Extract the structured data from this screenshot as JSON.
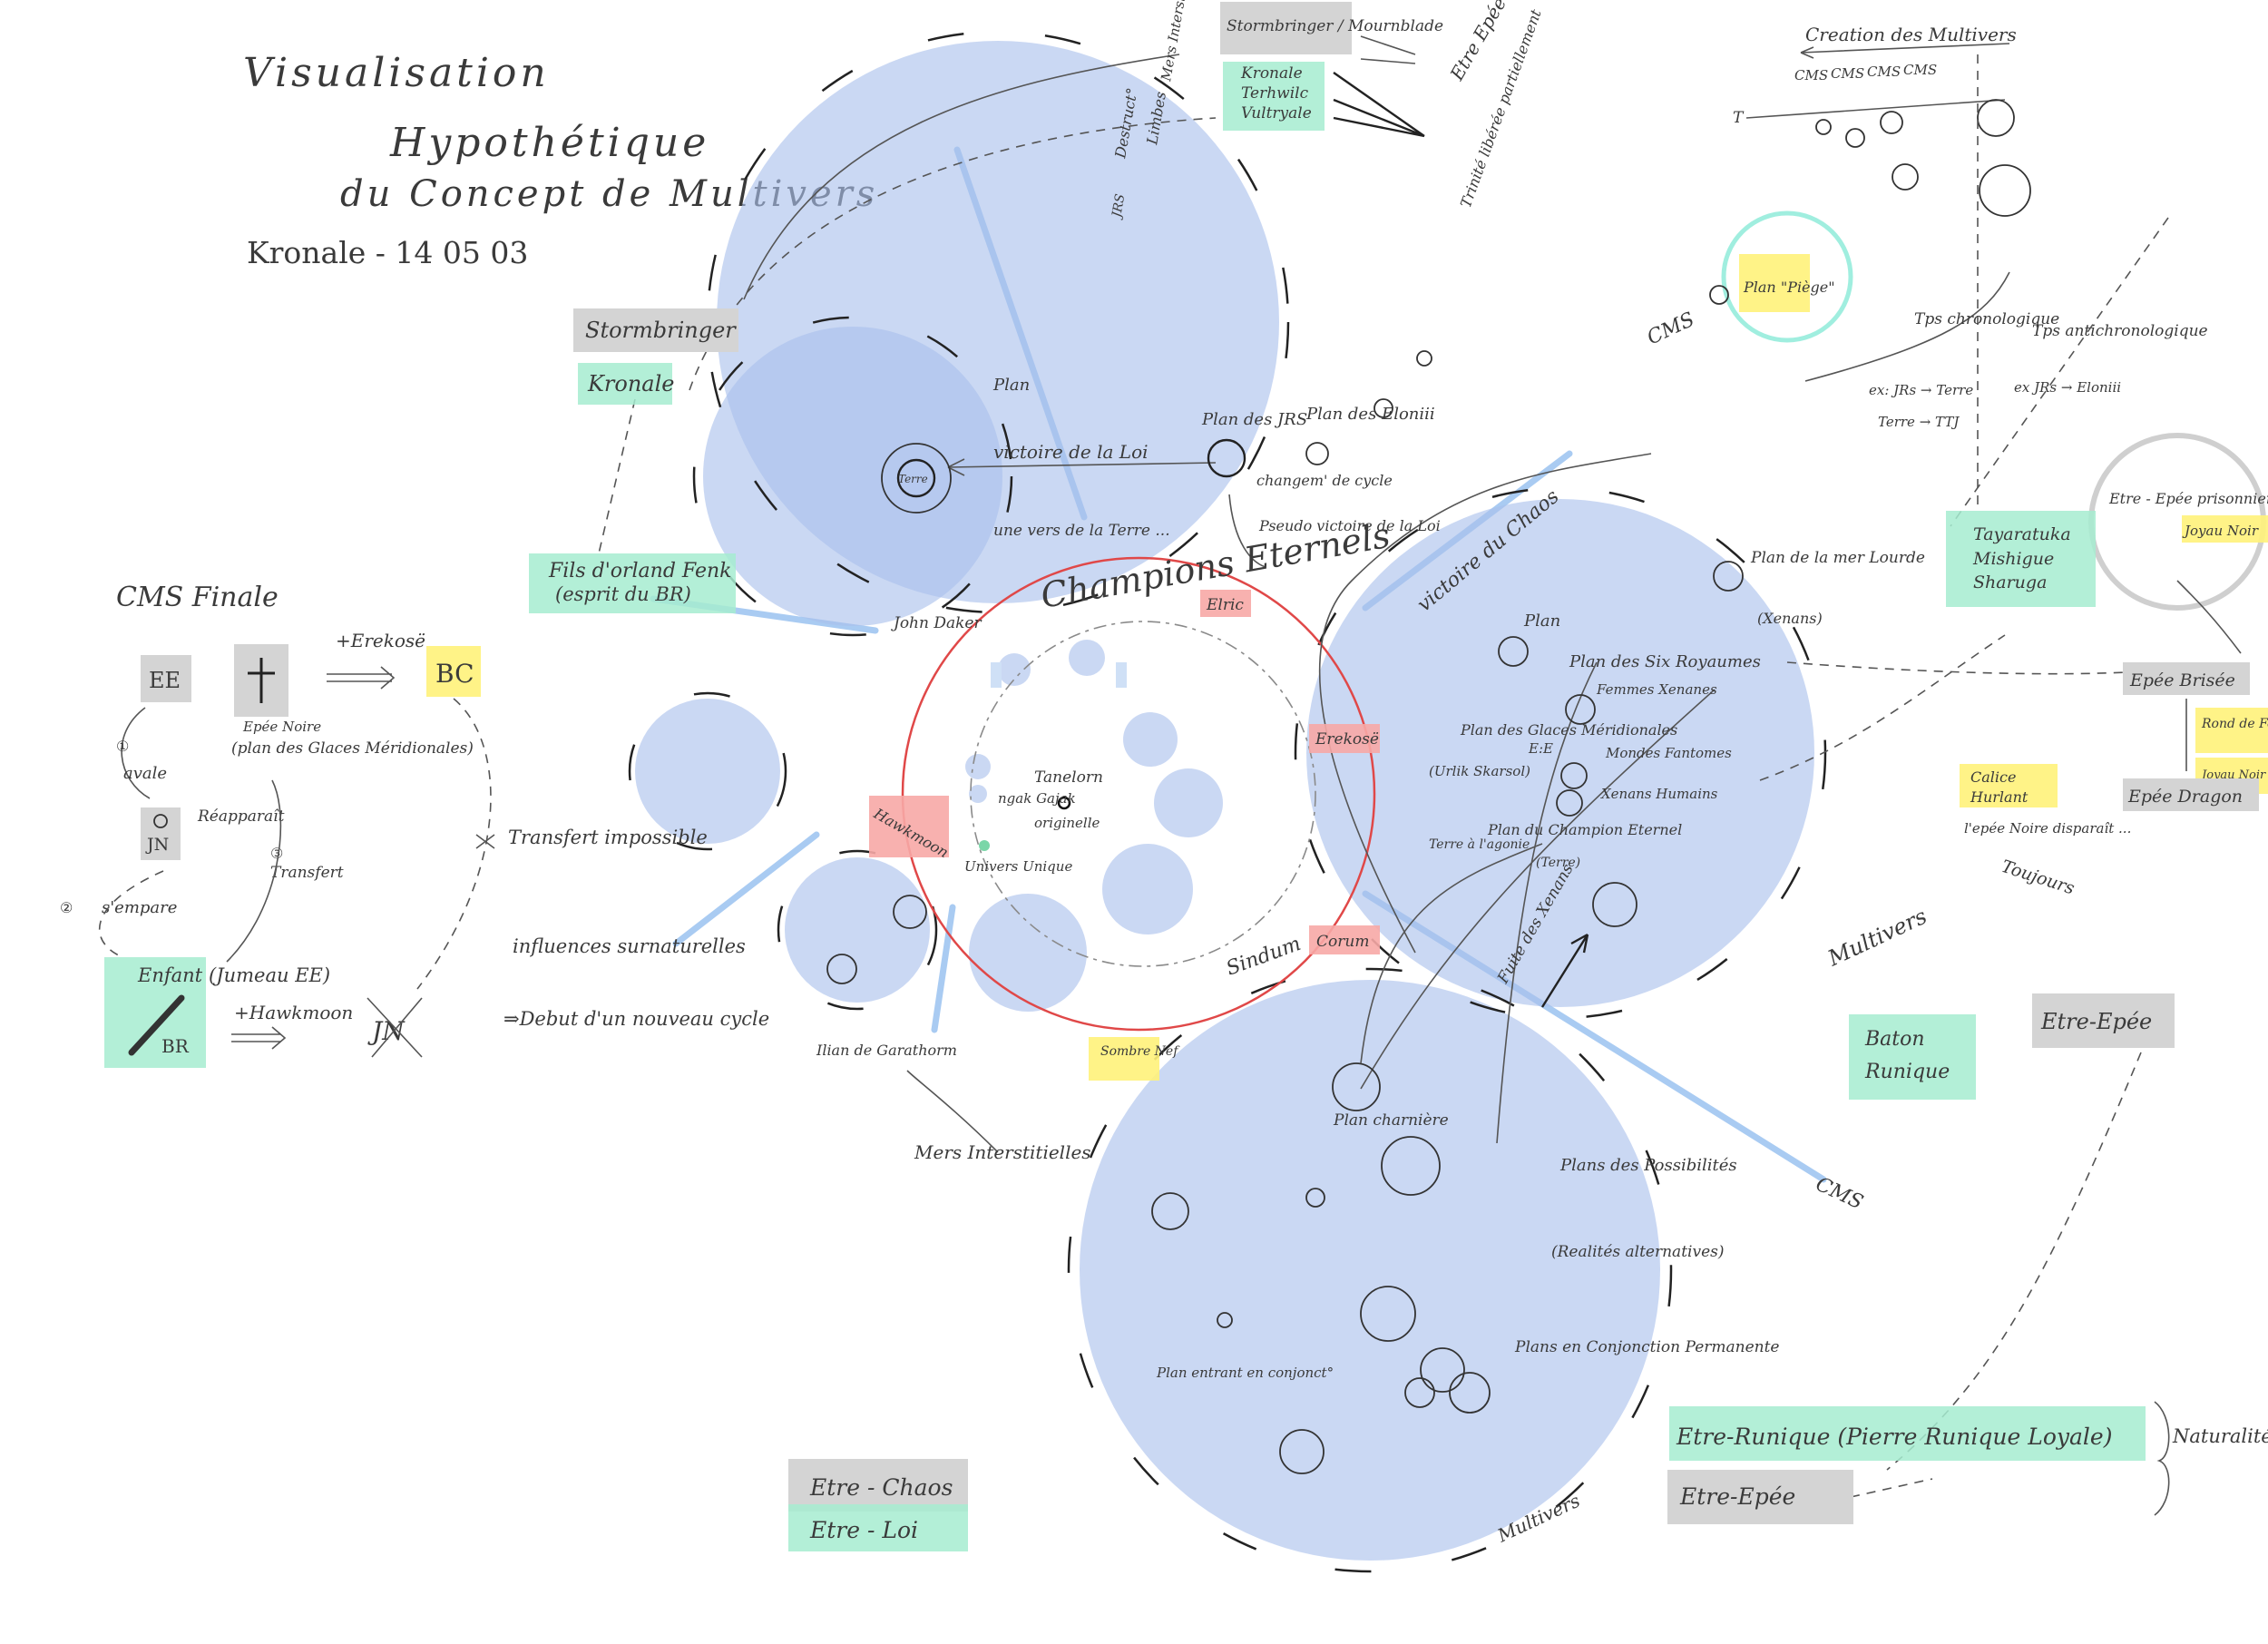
{
  "title": {
    "line1": "Visualisation",
    "line2": "Hypothétique",
    "line3": "du Concept de Multivers",
    "subtitle": "Kronale - 14 05 03"
  },
  "top_boxes": {
    "stormbringer_mournblade": "Stormbringer / Mournblade",
    "kronale": "Kronale",
    "terhwilc": "Terhwilc",
    "vultryale": "Vultryale",
    "etre_epee_libere": "Etre Epée Libéré",
    "destruct": "Destruct°",
    "limbes": "Limbes",
    "mers_interstitielles_top": "Mers Interstitielles",
    "trinite": "Trinité libérée partiellement",
    "jrs": "JRS"
  },
  "left_boxes": {
    "stormbringer": "Stormbringer",
    "kronale": "Kronale",
    "fils": "Fils d'orland Fenk",
    "fils_sub": "(esprit du BR)"
  },
  "cmts_finale": {
    "title": "CMS Finale",
    "ee": "EE",
    "erekose_plus": "+Erekosë",
    "bc": "BC",
    "epee_noire": "Epée Noire",
    "plan_glaces": "(plan des Glaces Méridionales)",
    "avale": "avale",
    "step1": "①",
    "jn": "JN",
    "rapparait": "Réapparaît",
    "step3": "③",
    "transfert": "Transfert",
    "step2": "②",
    "sempare": "s'empare",
    "enfant": "Enfant",
    "jumeau": "(Jumeau EE)",
    "br": "BR",
    "hawkmoon_plus": "+Hawkmoon",
    "jn2": "JN",
    "transfert_impossible": "Transfert impossible",
    "influences": "influences surnaturelles",
    "debut": "⇒Debut d'un nouveau cycle"
  },
  "center": {
    "champions_eternels": "Champions Eternels",
    "elric": "Elric",
    "erekose": "Erekosë",
    "corum": "Corum",
    "hawkmoon": "Hawkmoon",
    "tanelorn": "Tanelorn",
    "ngak_gajak": "ngak Gajak",
    "originelle": "originelle",
    "univers_unique": "Univers Unique",
    "john_daker": "John Daker",
    "sombre_nef": "Sombre Nef",
    "mers_interstitielles": "Mers Interstitielles",
    "ilian": "Ilian de Garathorm",
    "sindum": "Sindum"
  },
  "top_planet": {
    "plan": "Plan",
    "plan_des_jrs": "Plan des JRS",
    "plan_des_eloniii": "Plan des Eloniii",
    "victoire_loi": "victoire de la Loi",
    "changement_cycle": "changem' de cycle",
    "pseudo_victoire": "Pseudo victoire de la Loi",
    "terre": "Terre",
    "vers_terre": "une vers de la Terre ..."
  },
  "right_planet": {
    "victoire_chaos": "victoire du Chaos",
    "plan_mer_lourde": "Plan de la mer Lourde",
    "xenans": "(Xenans)",
    "plan": "Plan",
    "six_royaumes": "Plan des Six Royaumes",
    "femmes_xenanes": "Femmes Xenanes",
    "plan_glaces": "Plan des Glaces Méridionales",
    "ee": "E:E",
    "urlik": "(Urlik Skarsol)",
    "mondes_fantomes": "Mondes Fantomes",
    "xenans_humains": "Xenans Humains",
    "plan_champion": "Plan du Champion Eternel",
    "terre": "(Terre)",
    "terre_agonie": "Terre à l'agonie",
    "fuite_xenans": "Fuite des Xenans",
    "multivers": "Multivers"
  },
  "bottom_planet": {
    "plan_charniere": "Plan charnière",
    "plans_possibilites": "Plans des Possibilités",
    "realites": "(Realités alternatives)",
    "plans_conjonction": "Plans en Conjonction Permanente",
    "plan_entrant": "Plan entrant en conjonct°",
    "multivers": "Multivers"
  },
  "right_side": {
    "creation": "Creation des Multivers",
    "cmts_row": [
      "CMS",
      "CMS",
      "CMS",
      "CMS"
    ],
    "t": "T",
    "tps_chrono": "Tps chronologique",
    "tps_anti": "Tps antichronologique",
    "ex1": "ex: JRs → Terre",
    "ex2": "ex JRs → Eloniii",
    "ex3": "Terre → TTJ",
    "plan_piege": "Plan \"Piège\"",
    "cmts_diag1": "CMS",
    "cmts_diag2": "CMS",
    "etre_epee_prisonnier": "Etre - Epée prisonnier du",
    "joyau_noir": "Joyau Noir",
    "tayaratuka": "Tayaratuka",
    "mishigue": "Mishigue",
    "sharuga": "Sharuga",
    "epee_brisee": "Epée Brisée",
    "rond_fer": "Rond de Fer",
    "joyau_noir2": "Joyau Noir",
    "epee_dragon": "Epée Dragon",
    "calice": "Calice",
    "hurlant": "Hurlant",
    "epee_noire_disparait": "l'epée Noire disparaît ...",
    "toujours": "Toujours",
    "multivers": "Multivers",
    "baton": "Baton",
    "runique": "Runique",
    "etre_epee": "Etre-Epée"
  },
  "bottom": {
    "etre_runique": "Etre-Runique (Pierre Runique Loyale)",
    "etre_epee": "Etre-Epée",
    "naturalite": "Naturalité",
    "legend_chaos": "Etre - Chaos",
    "legend_loi": "Etre - Loi"
  },
  "colors": {
    "planet": "#a9c0ec",
    "green_box": "#a6ecd0",
    "grey_box": "#d4d4d4",
    "yellow_box": "#fff27a",
    "pink_box": "#f7a8a6",
    "red_circle": "#e04848",
    "barrier": "#a9cbf2"
  }
}
